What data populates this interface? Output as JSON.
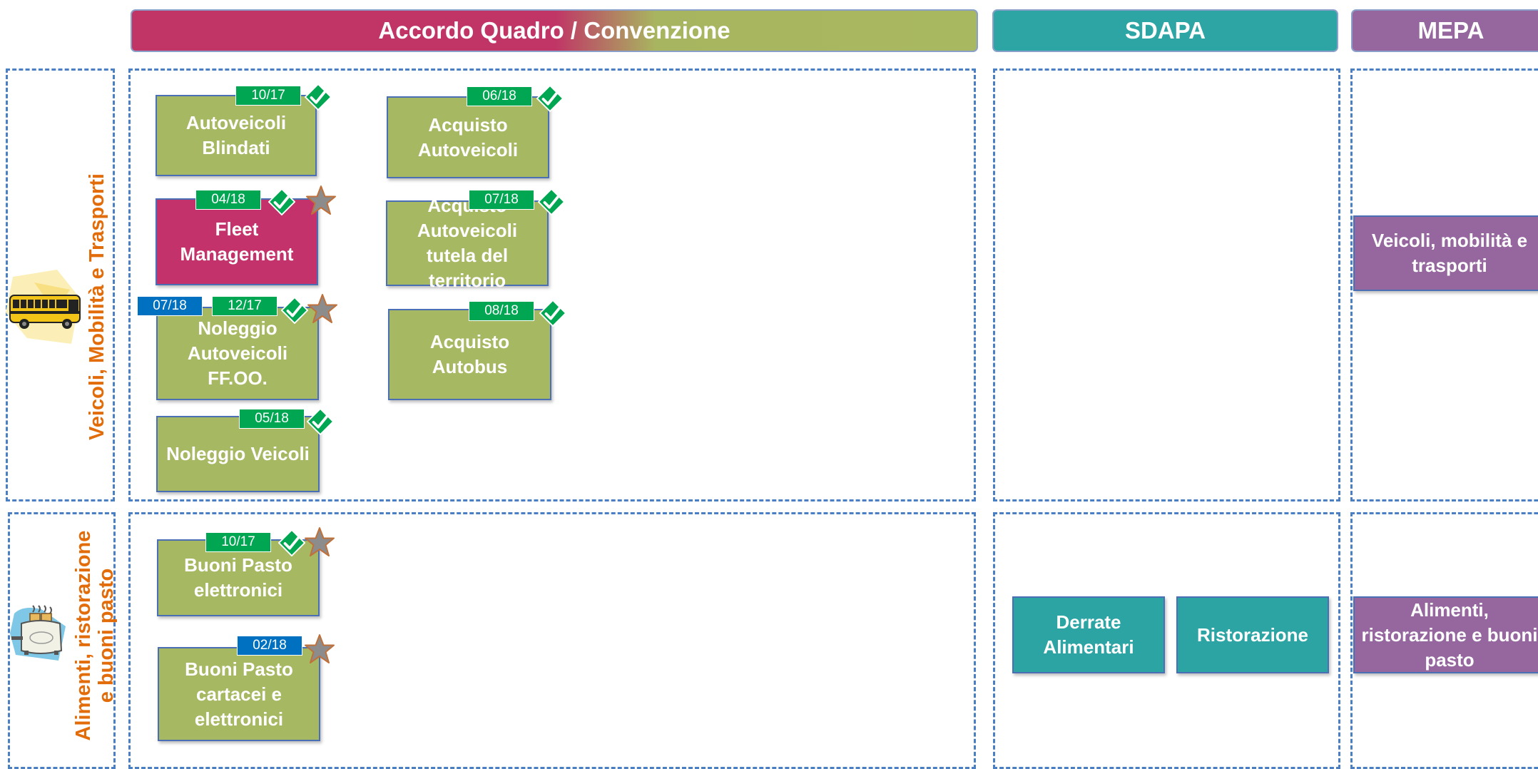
{
  "headers": {
    "accordo": "Accordo Quadro /  Convenzione",
    "sdapa": "SDAPA",
    "mepa": "MEPA"
  },
  "sections": {
    "veicoli": {
      "label": "Veicoli, Mobilità e Trasporti",
      "icon": "school-bus-icon",
      "tiles": {
        "autoveicoli_blindati": {
          "title": "Autoveicoli Blindati",
          "badge": "10/17"
        },
        "fleet_management": {
          "title": "Fleet Management",
          "badge": "04/18"
        },
        "noleggio_ffoo": {
          "title": "Noleggio Autoveicoli FF.OO.",
          "badge_blue": "07/18",
          "badge": "12/17"
        },
        "noleggio_veicoli": {
          "title": "Noleggio Veicoli",
          "badge": "05/18"
        },
        "acquisto_autoveicoli": {
          "title": "Acquisto Autoveicoli",
          "badge": "06/18"
        },
        "acquisto_tutela": {
          "title": "Acquisto Autoveicoli tutela del territorio",
          "badge": "07/18"
        },
        "acquisto_autobus": {
          "title": "Acquisto Autobus",
          "badge": "08/18"
        }
      },
      "mepa_tile": "Veicoli, mobilità e trasporti"
    },
    "alimenti": {
      "label_line1": "Alimenti, ristorazione",
      "label_line2": "e buoni pasto",
      "icon": "toaster-icon",
      "tiles": {
        "buoni_elettronici": {
          "title": "Buoni Pasto elettronici",
          "badge": "10/17"
        },
        "buoni_cartacei": {
          "title": "Buoni Pasto cartacei e elettronici",
          "badge_blue": "02/18"
        }
      },
      "sdapa_tiles": {
        "derrate": "Derrate Alimentari",
        "ristorazione": "Ristorazione"
      },
      "mepa_tile": "Alimenti, ristorazione e buoni pasto"
    }
  },
  "colors": {
    "green_tile": "#a7b862",
    "red_tile": "#c3326a",
    "teal": "#2da4a4",
    "purple": "#95679e",
    "badge_green": "#00a651",
    "badge_blue": "#0070c0",
    "label_orange": "#e36c0a",
    "dash_blue": "#4a7fc4"
  }
}
